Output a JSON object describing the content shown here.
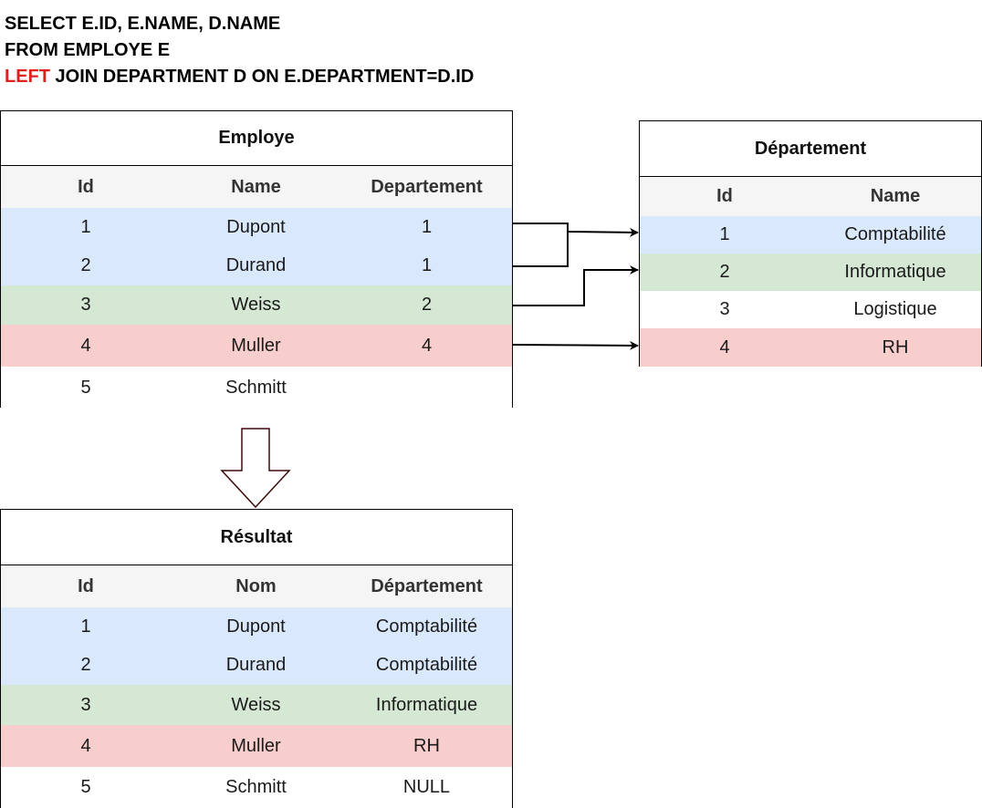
{
  "sql": {
    "line1": "SELECT E.ID, E.NAME, D.NAME",
    "line2": "FROM EMPLOYE E",
    "line3_keyword": "LEFT",
    "line3_rest": " JOIN DEPARTMENT D ON E.DEPARTMENT=D.ID"
  },
  "colors": {
    "blue": "#dae8fc",
    "green": "#d5e8d4",
    "red": "#f8cecc",
    "white": "#ffffff",
    "header_bg": "#f5f5f5",
    "keyword_red": "#e0201c",
    "arrow_outline": "#3d0c0c"
  },
  "employe": {
    "title": "Employe",
    "headers": [
      "Id",
      "Name",
      "Departement"
    ],
    "rows": [
      {
        "cells": [
          "1",
          "Dupont",
          "1"
        ],
        "color": "blue"
      },
      {
        "cells": [
          "2",
          "Durand",
          "1"
        ],
        "color": "blue"
      },
      {
        "cells": [
          "3",
          "Weiss",
          "2"
        ],
        "color": "green"
      },
      {
        "cells": [
          "4",
          "Muller",
          "4"
        ],
        "color": "red"
      },
      {
        "cells": [
          "5",
          "Schmitt",
          ""
        ],
        "color": "white"
      }
    ]
  },
  "departement": {
    "title": "Département",
    "headers": [
      "Id",
      "Name"
    ],
    "rows": [
      {
        "cells": [
          "1",
          "Comptabilité"
        ],
        "color": "blue"
      },
      {
        "cells": [
          "2",
          "Informatique"
        ],
        "color": "green"
      },
      {
        "cells": [
          "3",
          "Logistique"
        ],
        "color": "white"
      },
      {
        "cells": [
          "4",
          "RH"
        ],
        "color": "red"
      }
    ]
  },
  "resultat": {
    "title": "Résultat",
    "headers": [
      "Id",
      "Nom",
      "Département"
    ],
    "rows": [
      {
        "cells": [
          "1",
          "Dupont",
          "Comptabilité"
        ],
        "color": "blue"
      },
      {
        "cells": [
          "2",
          "Durand",
          "Comptabilité"
        ],
        "color": "blue"
      },
      {
        "cells": [
          "3",
          "Weiss",
          "Informatique"
        ],
        "color": "green"
      },
      {
        "cells": [
          "4",
          "Muller",
          "RH"
        ],
        "color": "red"
      },
      {
        "cells": [
          "5",
          "Schmitt",
          "NULL"
        ],
        "color": "white"
      }
    ]
  }
}
